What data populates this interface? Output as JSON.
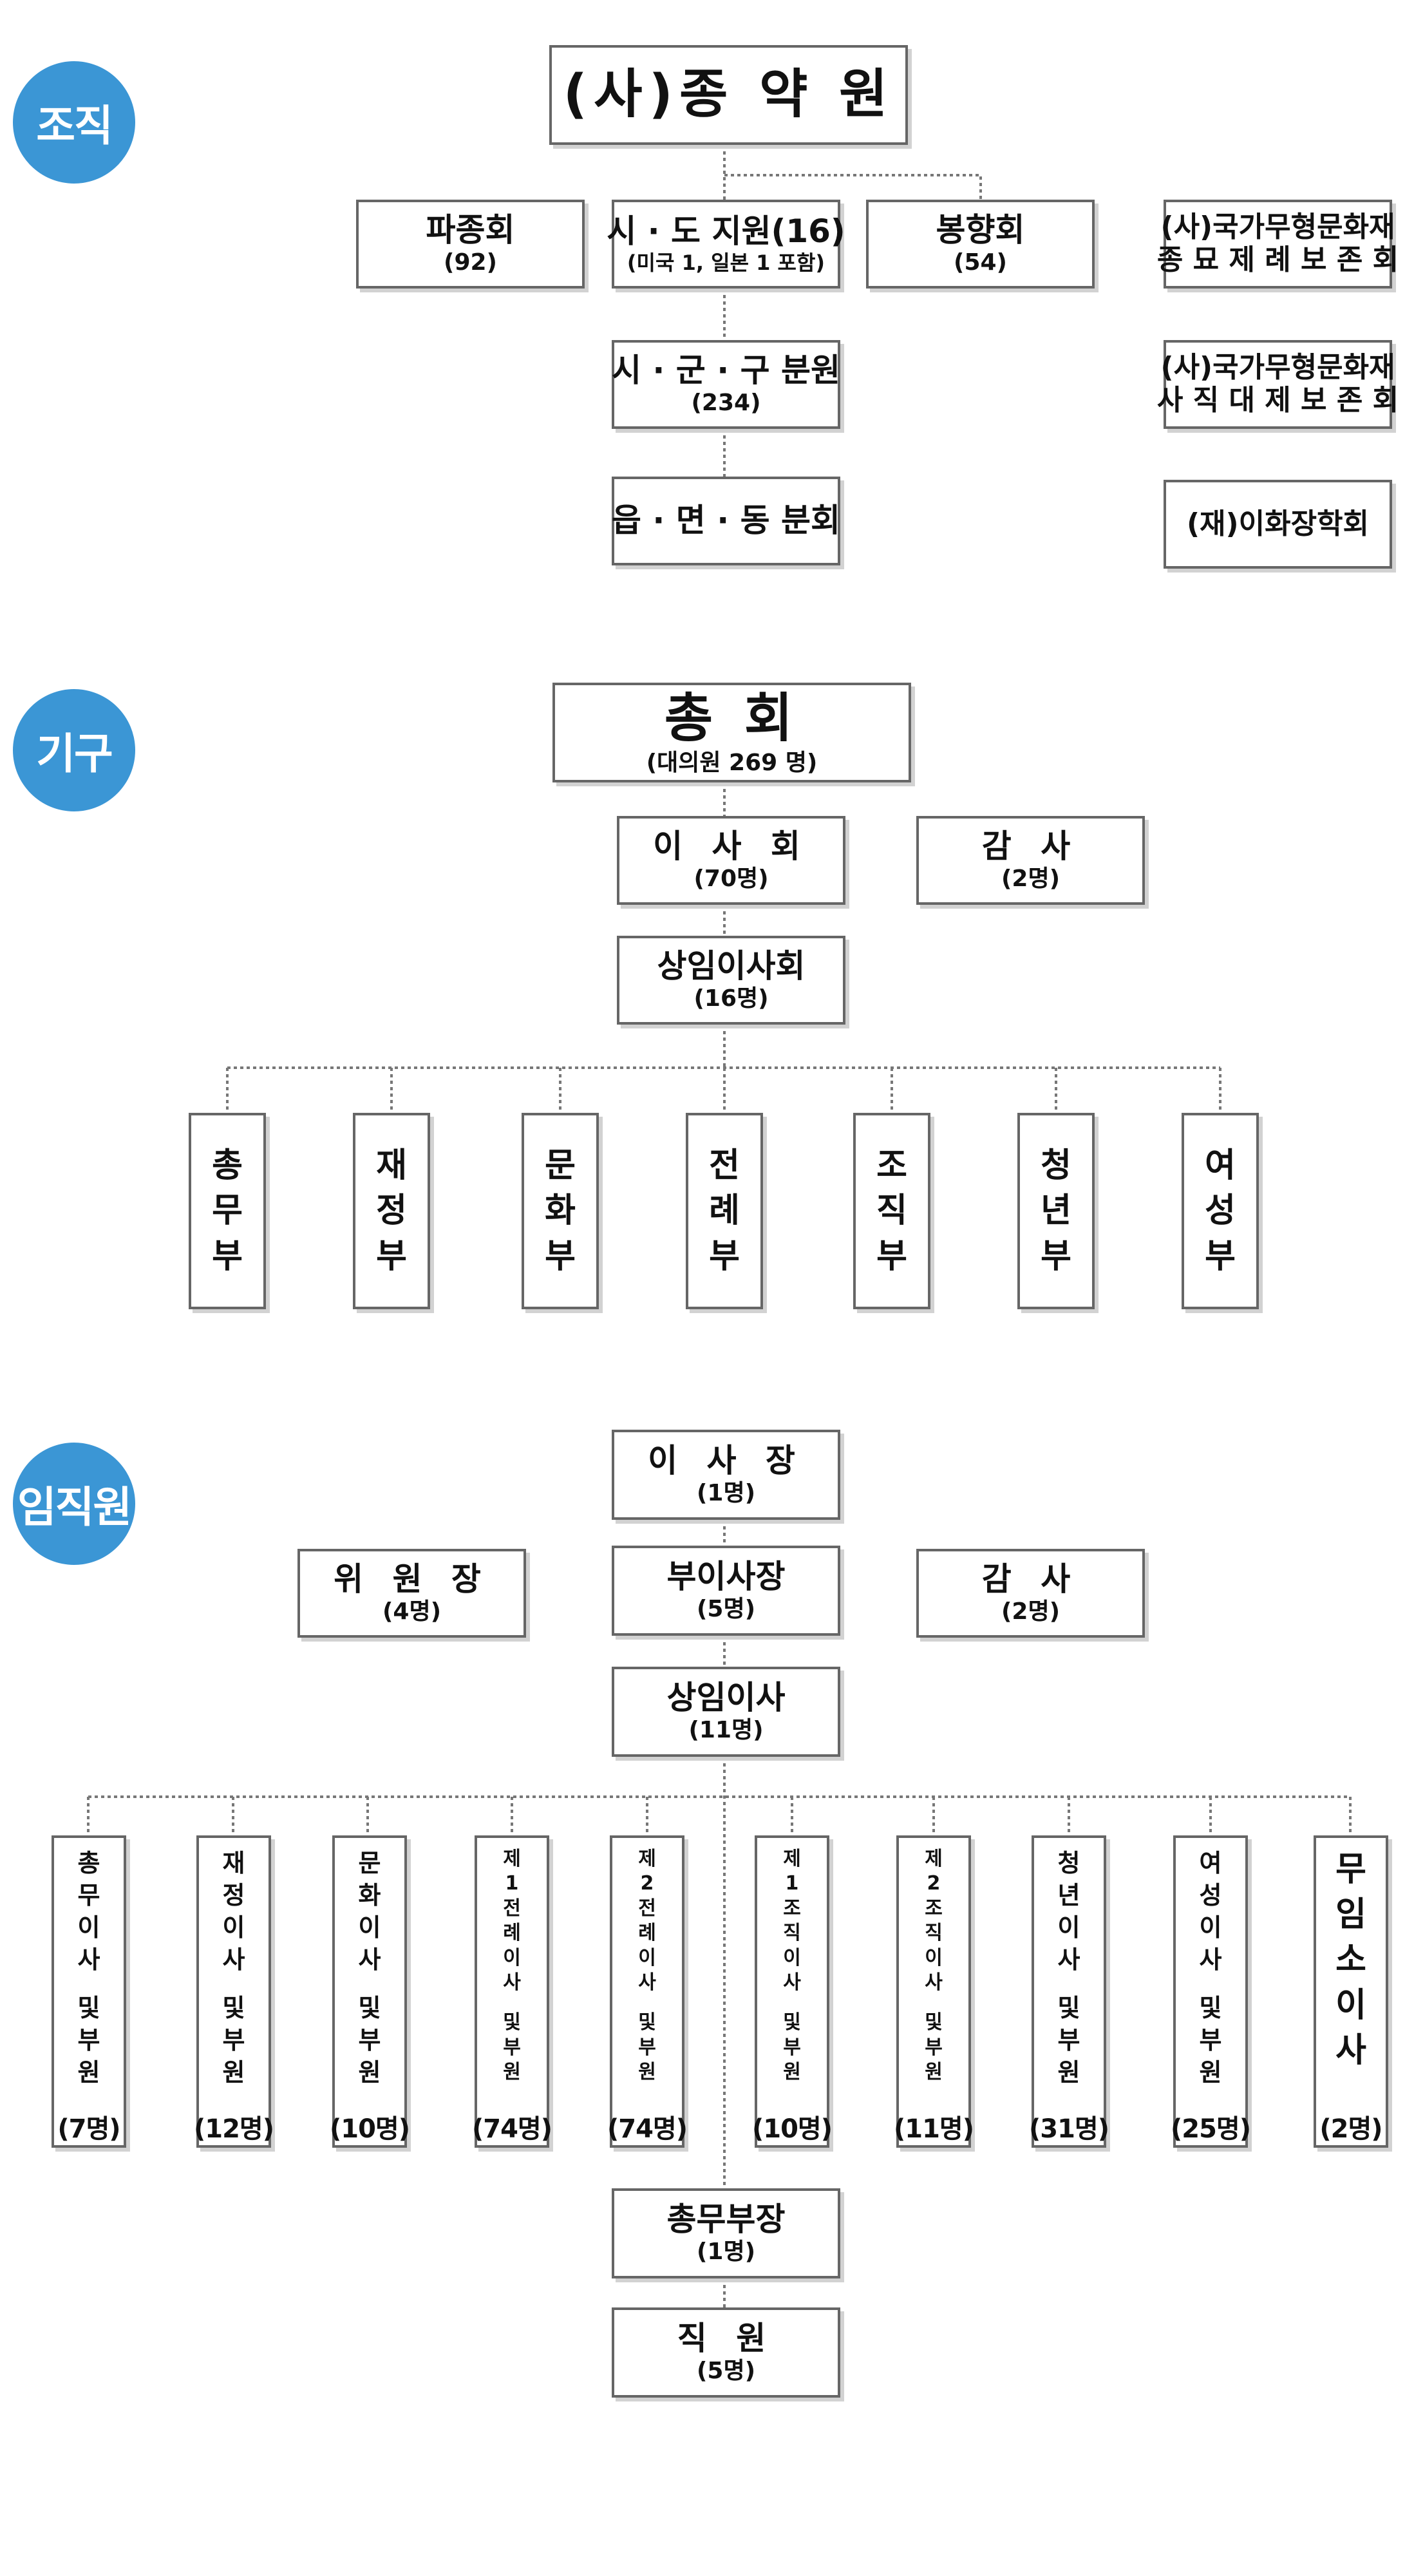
{
  "colors": {
    "badge": "#3b96d5",
    "border": "#666666",
    "shadow": "#d2d2d2",
    "connector": "#777777"
  },
  "sections": {
    "org": {
      "badge": "조직",
      "root": {
        "text": "(사)종 약 원"
      },
      "pajonghoe": {
        "line1": "파종회",
        "line2": "(92)"
      },
      "sido": {
        "line1": "시 · 도 지원(16)",
        "line2": "(미국 1, 일본 1 포함)"
      },
      "bonghyang": {
        "line1": "봉향회",
        "line2": "(54)"
      },
      "sigungu": {
        "line1": "시 · 군 · 구 분원",
        "line2": "(234)"
      },
      "eupmyeon": {
        "line1": "읍 · 면 · 동 분회"
      },
      "jongmyo": {
        "line1": "(사)국가무형문화재",
        "line2": "종 묘 제 례 보 존 회"
      },
      "sajik": {
        "line1": "(사)국가무형문화재",
        "line2": "사 직 대 제 보 존 회"
      },
      "ihwa": {
        "line1": "(재)이화장학회"
      }
    },
    "structure": {
      "badge": "기구",
      "general": {
        "line1": "총   회",
        "line2": "(대의원   269 명)"
      },
      "board": {
        "line1": "이 사 회",
        "line2": "(70명)"
      },
      "audit": {
        "line1": "감  사",
        "line2": "(2명)"
      },
      "standing": {
        "line1": "상임이사회",
        "line2": "(16명)"
      },
      "departments": [
        {
          "chars": [
            "총",
            "무",
            "부"
          ]
        },
        {
          "chars": [
            "재",
            "정",
            "부"
          ]
        },
        {
          "chars": [
            "문",
            "화",
            "부"
          ]
        },
        {
          "chars": [
            "전",
            "례",
            "부"
          ]
        },
        {
          "chars": [
            "조",
            "직",
            "부"
          ]
        },
        {
          "chars": [
            "청",
            "년",
            "부"
          ]
        },
        {
          "chars": [
            "여",
            "성",
            "부"
          ]
        }
      ]
    },
    "staff": {
      "badge": "임직원",
      "chairman": {
        "line1": "이 사 장",
        "line2": "(1명)"
      },
      "committee": {
        "line1": "위 원 장",
        "line2": "(4명)"
      },
      "vice": {
        "line1": "부이사장",
        "line2": "(5명)"
      },
      "auditor": {
        "line1": "감  사",
        "line2": "(2명)"
      },
      "standing_dir": {
        "line1": "상임이사",
        "line2": "(11명)"
      },
      "directors": [
        {
          "chars": [
            "총",
            "무",
            "이",
            "사"
          ],
          "tail": [
            "및",
            "부",
            "원"
          ],
          "count": "(7명)"
        },
        {
          "chars": [
            "재",
            "정",
            "이",
            "사"
          ],
          "tail": [
            "및",
            "부",
            "원"
          ],
          "count": "(12명)"
        },
        {
          "chars": [
            "문",
            "화",
            "이",
            "사"
          ],
          "tail": [
            "및",
            "부",
            "원"
          ],
          "count": "(10명)"
        },
        {
          "chars": [
            "제",
            "1",
            "전",
            "례",
            "이",
            "사"
          ],
          "tail": [
            "및",
            "부",
            "원"
          ],
          "count": "(74명)"
        },
        {
          "chars": [
            "제",
            "2",
            "전",
            "례",
            "이",
            "사"
          ],
          "tail": [
            "및",
            "부",
            "원"
          ],
          "count": "(74명)"
        },
        {
          "chars": [
            "제",
            "1",
            "조",
            "직",
            "이",
            "사"
          ],
          "tail": [
            "및",
            "부",
            "원"
          ],
          "count": "(10명)"
        },
        {
          "chars": [
            "제",
            "2",
            "조",
            "직",
            "이",
            "사"
          ],
          "tail": [
            "및",
            "부",
            "원"
          ],
          "count": "(11명)"
        },
        {
          "chars": [
            "청",
            "년",
            "이",
            "사"
          ],
          "tail": [
            "및",
            "부",
            "원"
          ],
          "count": "(31명)"
        },
        {
          "chars": [
            "여",
            "성",
            "이",
            "사"
          ],
          "tail": [
            "및",
            "부",
            "원"
          ],
          "count": "(25명)"
        },
        {
          "chars": [
            "무",
            "임",
            "소",
            "이",
            "사"
          ],
          "tail": [],
          "count": "(2명)"
        }
      ],
      "general_manager": {
        "line1": "총무부장",
        "line2": "(1명)"
      },
      "employees": {
        "line1": "직  원",
        "line2": "(5명)"
      }
    }
  }
}
